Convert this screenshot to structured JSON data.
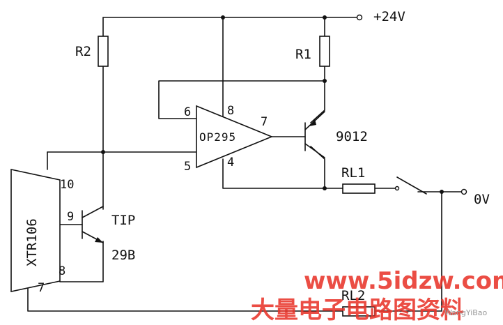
{
  "supply_label": "+24V",
  "ground_label": "0V",
  "components": {
    "r1": "R1",
    "r2": "R2",
    "rl1": "RL1",
    "rl2": "RL2",
    "opamp": "OP295",
    "xtr": "XTR106",
    "pnp": "9012",
    "npn_line1": "TIP",
    "npn_line2": "29B"
  },
  "pins": {
    "op_pin6": "6",
    "op_pin8": "8",
    "op_pin7": "7",
    "op_pin5": "5",
    "op_pin4": "4",
    "xtr_pin10": "10",
    "xtr_pin9": "9",
    "xtr_pin8": "8",
    "xtr_pin7": "7"
  },
  "watermark": {
    "url": "www.5idzw.com",
    "title": "大量电子电路图资料",
    "faint": "WangYiBao"
  }
}
